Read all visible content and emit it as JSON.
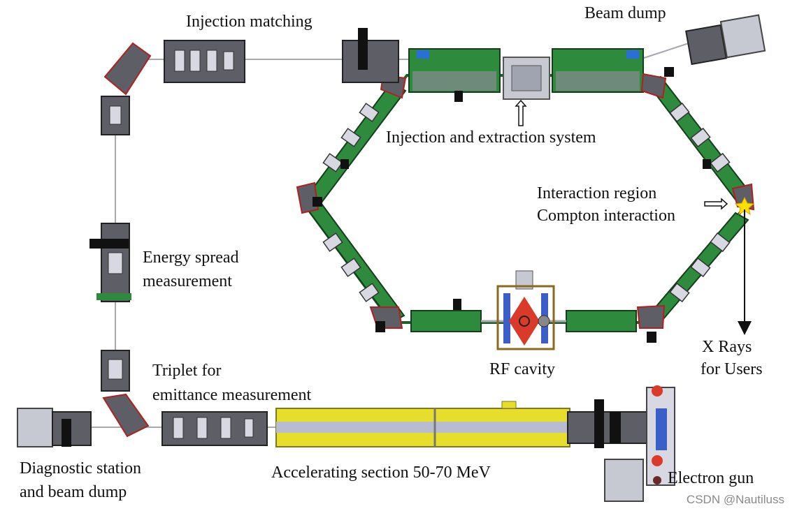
{
  "labels": {
    "injection_matching": "Injection matching",
    "beam_dump": "Beam dump",
    "injection_extraction": "Injection and extraction system",
    "interaction_line1": "Interaction region",
    "interaction_line2": "Compton interaction",
    "energy_line1": "Energy spread",
    "energy_line2": "measurement",
    "triplet_line1": "Triplet for",
    "triplet_line2": "emittance measurement",
    "rf_cavity": "RF cavity",
    "xrays_line1": "X Rays",
    "xrays_line2": "for Users",
    "diag_line1": "Diagnostic station",
    "diag_line2": "and beam dump",
    "accel": "Accelerating section 50-70 MeV",
    "gun": "Electron gun"
  },
  "watermark": "CSDN @Nautiluss",
  "colors": {
    "ring_green": "#2e8b3e",
    "ring_dark": "#1f5f2a",
    "magnet_grey": "#5e5e66",
    "accel_yellow": "#e6de2a",
    "rf_red": "#d93a2a",
    "rf_blue": "#3a5fc8",
    "star": "#ffe000",
    "box_grey": "#c6c8d2"
  }
}
